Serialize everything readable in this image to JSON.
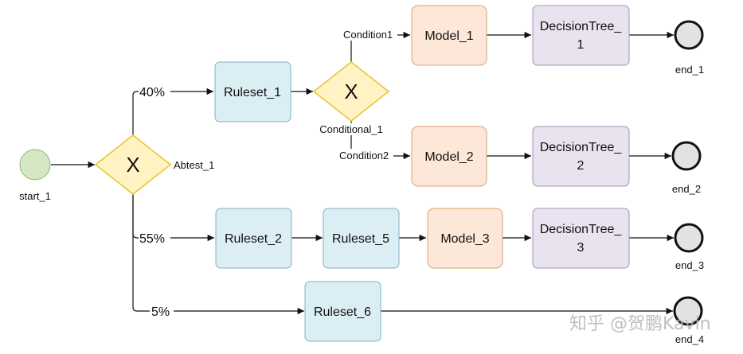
{
  "diagram": {
    "start": {
      "label": "start_1"
    },
    "gateways": {
      "abtest": {
        "symbol": "X",
        "label": "Abtest_1"
      },
      "conditional": {
        "symbol": "X",
        "label": "Conditional_1"
      }
    },
    "edge_labels": {
      "pct_40": "40%",
      "pct_55": "55%",
      "pct_5": "5%",
      "condition1": "Condition1",
      "condition2": "Condition2"
    },
    "rulesets": {
      "ruleset_1": "Ruleset_1",
      "ruleset_2": "Ruleset_2",
      "ruleset_5": "Ruleset_5",
      "ruleset_6": "Ruleset_6"
    },
    "models": {
      "model_1": "Model_1",
      "model_2": "Model_2",
      "model_3": "Model_3"
    },
    "trees": {
      "tree_1": {
        "line1": "DecisionTree_",
        "line2": "1"
      },
      "tree_2": {
        "line1": "DecisionTree_",
        "line2": "2"
      },
      "tree_3": {
        "line1": "DecisionTree_",
        "line2": "3"
      }
    },
    "ends": {
      "end_1": "end_1",
      "end_2": "end_2",
      "end_3": "end_3",
      "end_4": "end_4"
    },
    "colors": {
      "ruleset_fill": "#dbeef4",
      "model_fill": "#fde7d8",
      "tree_fill": "#e8e3ee",
      "gateway_fill": "#fff3c4",
      "start_fill": "#d5e8c3",
      "end_fill": "#e2e2e2"
    }
  },
  "watermark": {
    "text": "知乎 @贺鹏Kavin"
  }
}
